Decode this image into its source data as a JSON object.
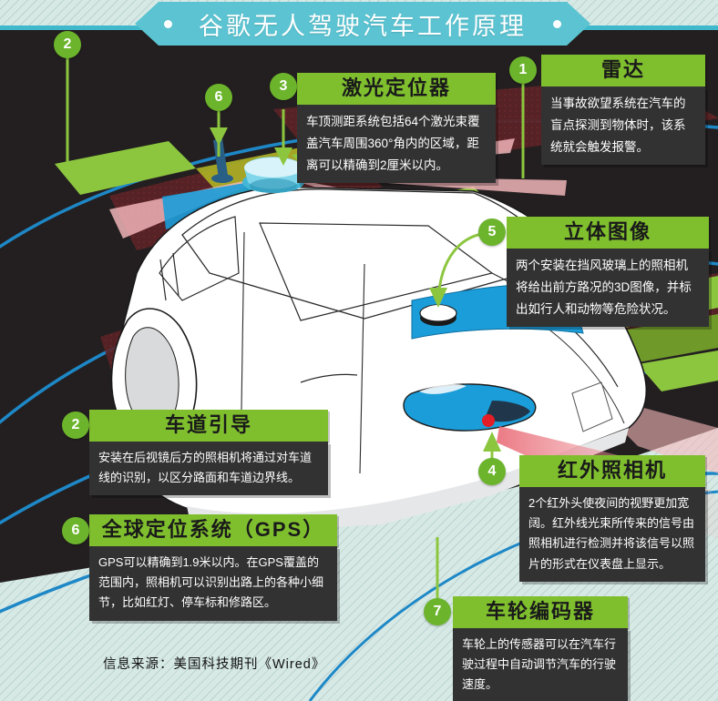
{
  "title": "谷歌无人驾驶汽车工作原理",
  "source": "信息来源：美国科技期刊《Wired》",
  "colors": {
    "accent_green": "#7fbf2e",
    "marker_green": "#6cb42c",
    "title_teal": "#5bc3d1",
    "body_dark": "#323232",
    "background_mint": "#d7e9e5",
    "road_dark": "#231f20",
    "radar_blue": "#1e88c7",
    "lidar_pink": "#f6b9bd",
    "beam_red": "#5a2225",
    "lane_green": "#8cc63e",
    "car_accent_blue": "#1b9dd9"
  },
  "callouts": [
    {
      "number": "1",
      "title": "雷达",
      "body": "当事故欲望系统在汽车的盲点探测到物体时，该系统就会触发报警。"
    },
    {
      "number": "3",
      "title": "激光定位器",
      "body": "车顶测距系统包括64个激光束覆盖汽车周围360°角内的区域，距离可以精确到2厘米以内。"
    },
    {
      "number": "5",
      "title": "立体图像",
      "body": "两个安装在挡风玻璃上的照相机将给出前方路况的3D图像，并标出如行人和动物等危险状况。"
    },
    {
      "number": "2",
      "title": "车道引导",
      "body": "安装在后视镜后方的照相机将通过对车道线的识别，以区分路面和车道边界线。"
    },
    {
      "number": "6",
      "title": "全球定位系统（GPS）",
      "body": "GPS可以精确到1.9米以内。在GPS覆盖的范围内，照相机可以识别出路上的各种小细节，比如红灯、停车标和修路区。"
    },
    {
      "number": "4",
      "title": "红外照相机",
      "body": "2个红外头使夜间的视野更加宽阔。红外线光束所传来的信号由照相机进行检测并将该信号以照片的形式在仪表盘上显示。"
    },
    {
      "number": "7",
      "title": "车轮编码器",
      "body": "车轮上的传感器可以在汽车行驶过程中自动调节汽车的行驶速度。"
    }
  ],
  "markers": {
    "m1": "1",
    "m2_top": "2",
    "m2_left": "2",
    "m3": "3",
    "m4": "4",
    "m5": "5",
    "m6_top": "6",
    "m6_left": "6",
    "m7": "7"
  }
}
